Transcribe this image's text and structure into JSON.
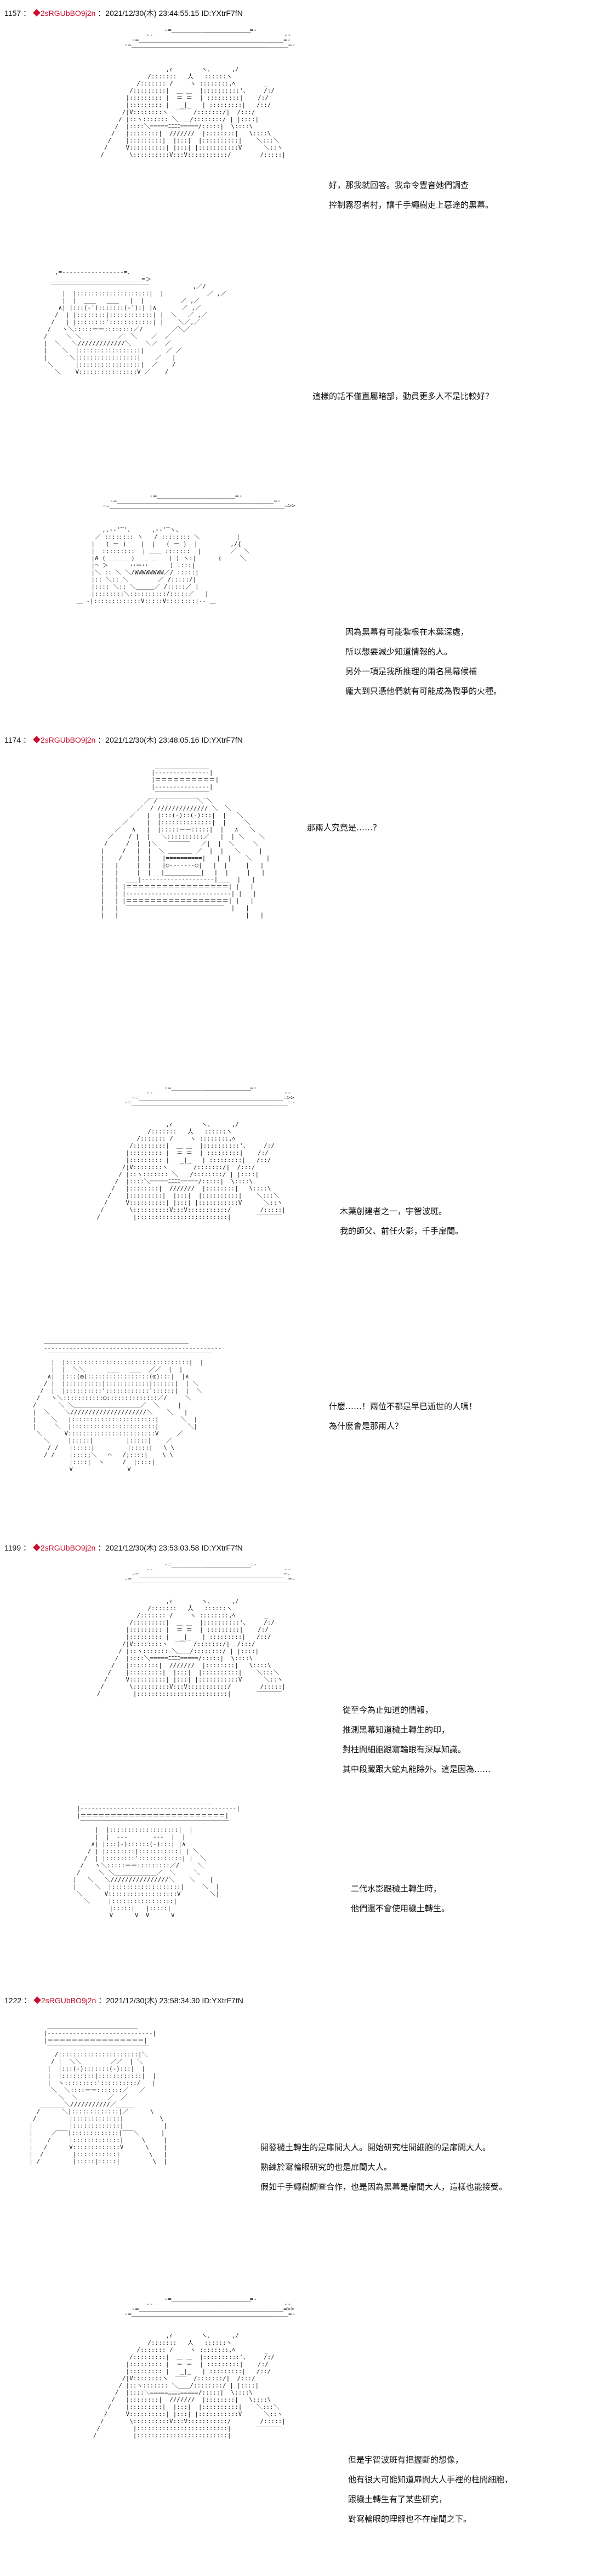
{
  "posts": [
    {
      "number": "1157",
      "separator": "：",
      "trip_icon": "◆",
      "trip": "2sRGUbBO9j2n",
      "datetime": "：2021/12/30(木) 23:44:55.15",
      "id": "ID:YXtrF7fN",
      "panels": [
        {
          "lines": [
            "好，那我就回答。我命令豐音她們調查",
            "控制霧忍者村，讓千手繩樹走上惡途的黑幕。"
          ]
        },
        {
          "lines": [
            "這樣的話不僅直屬暗部，動員更多人不是比較好？"
          ]
        },
        {
          "lines": [
            "因為黑幕有可能紮根在木葉深處，",
            "所以想要減少知道情報的人。",
            "另外一項是我所推理的兩名黑幕候補",
            "龐大到只憑他們就有可能成為戰爭的火種。"
          ]
        }
      ]
    },
    {
      "number": "1174",
      "separator": "：",
      "trip_icon": "◆",
      "trip": "2sRGUbBO9j2n",
      "datetime": "：2021/12/30(木) 23:48:05.16",
      "id": "ID:YXtrF7fN",
      "panels": [
        {
          "lines": [
            "那兩人究竟是……？"
          ]
        },
        {
          "lines": [
            "木葉創建者之一，宇智波斑。",
            "我的師父、前任火影，千手扉間。"
          ]
        },
        {
          "lines": [
            "什麼……！兩位不都是早已逝世的人嗎！",
            "為什麼會是那兩人？"
          ]
        }
      ]
    },
    {
      "number": "1199",
      "separator": "：",
      "trip_icon": "◆",
      "trip": "2sRGUbBO9j2n",
      "datetime": "：2021/12/30(木) 23:53:03.58",
      "id": "ID:YXtrF7fN",
      "panels": [
        {
          "lines": [
            "從至今為止知道的情報，",
            "推測黑幕知道穢土轉生的印，",
            "對柱間細胞跟寫輪眼有深厚知識。",
            "其中段藏跟大蛇丸能除外。這是因為……"
          ]
        },
        {
          "lines": [
            "二代水影跟穢土轉生時，",
            "他們還不會使用穢土轉生。"
          ]
        }
      ]
    },
    {
      "number": "1222",
      "separator": "：",
      "trip_icon": "◆",
      "trip": "2sRGUbBO9j2n",
      "datetime": "：2021/12/30(木) 23:58:34.30",
      "id": "ID:YXtrF7fN",
      "panels": [
        {
          "lines": [
            "開發穢土轉生的是扉間大人。開始研究柱間細胞的是扉間大人。",
            "熟練於寫輪眼研究的也是扉間大人。",
            "假如千手繩樹調查合作，也是因為黑幕是扉間大人，這樣也能接受。"
          ]
        },
        {
          "lines": [
            "但是宇智波斑有把握斷的想像，",
            "他有很大可能知道扉間大人手裡的柱間細胞，",
            "跟穢土轉生有了某些研究，",
            "對寫輪眼的理解也不在扉間之下。"
          ]
        }
      ]
    }
  ],
  "colors": {
    "trip": "#c8102e",
    "text": "#111111",
    "background": "#ffffff"
  }
}
